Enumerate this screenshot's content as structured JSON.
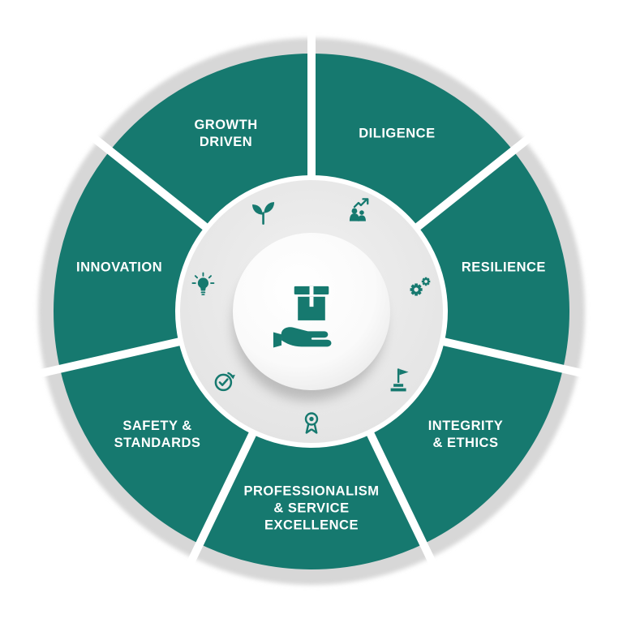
{
  "colors": {
    "teal": "#16796F",
    "ring_gray": "#D7D7D7",
    "inner_disc": "#E9E9E9",
    "label_text": "#FFFFFF",
    "background": "#FFFFFF"
  },
  "center": {
    "icon": "hand-holding-box-icon"
  },
  "segments": [
    {
      "id": "diligence",
      "label_lines": [
        "DILIGENCE"
      ],
      "icon": "team-growth-arrow-icon",
      "start_angle_deg": 0,
      "end_angle_deg": 51.43
    },
    {
      "id": "resilience",
      "label_lines": [
        "RESILIENCE"
      ],
      "icon": "gears-icon",
      "start_angle_deg": 51.43,
      "end_angle_deg": 102.86
    },
    {
      "id": "integrity-ethics",
      "label_lines": [
        "INTEGRITY",
        "& ETHICS"
      ],
      "icon": "flag-podium-icon",
      "start_angle_deg": 102.86,
      "end_angle_deg": 154.29
    },
    {
      "id": "professionalism-service-excellence",
      "label_lines": [
        "PROFESSIONALISM",
        "& SERVICE",
        "EXCELLENCE"
      ],
      "icon": "award-ribbon-icon",
      "start_angle_deg": 154.29,
      "end_angle_deg": 205.71
    },
    {
      "id": "safety-standards",
      "label_lines": [
        "SAFETY &",
        "STANDARDS"
      ],
      "icon": "clock-check-icon",
      "start_angle_deg": 205.71,
      "end_angle_deg": 257.14
    },
    {
      "id": "innovation",
      "label_lines": [
        "INNOVATION"
      ],
      "icon": "lightbulb-icon",
      "start_angle_deg": 257.14,
      "end_angle_deg": 308.57
    },
    {
      "id": "growth-driven",
      "label_lines": [
        "GROWTH",
        "DRIVEN"
      ],
      "icon": "sprout-icon",
      "start_angle_deg": 308.57,
      "end_angle_deg": 360
    }
  ]
}
